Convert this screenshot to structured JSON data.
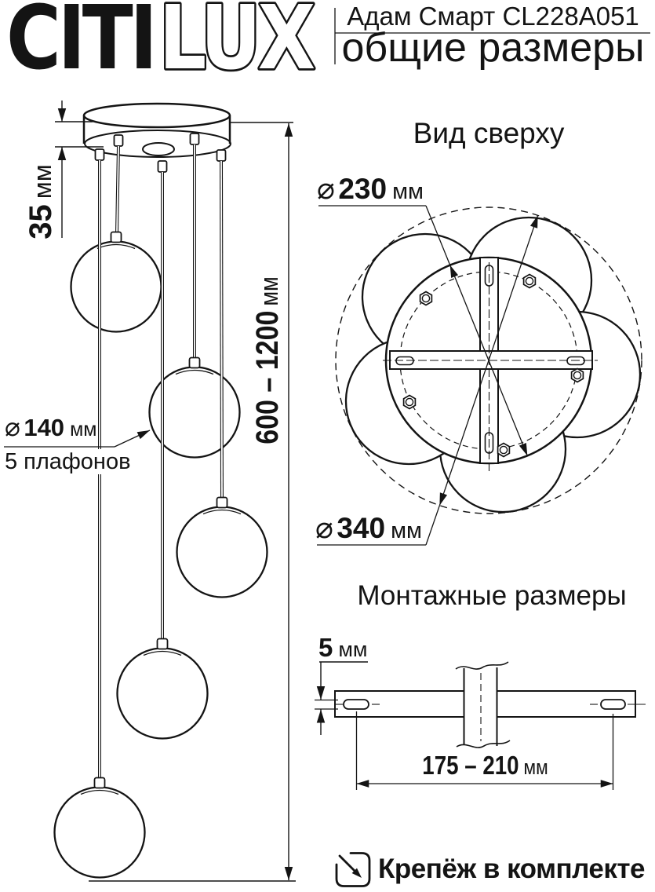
{
  "header": {
    "logo_citi": "CITI",
    "logo_lux": "LUX",
    "model": "Адам Смарт CL228A051",
    "subtitle": "общие размеры"
  },
  "side_view": {
    "dim_canopy_height": {
      "value": "35",
      "unit": "мм"
    },
    "dim_total_height": {
      "value": "600 – 1200",
      "unit": "мм"
    },
    "dim_shade": {
      "symbol": "⌀",
      "value": "140",
      "unit": "мм"
    },
    "shade_count_caption": "5 плафонов"
  },
  "top_view": {
    "title": "Вид сверху",
    "dim_canopy": {
      "symbol": "⌀",
      "value": "230",
      "unit": "мм"
    },
    "dim_overall": {
      "symbol": "⌀",
      "value": "340",
      "unit": "мм"
    }
  },
  "mounting_view": {
    "title": "Монтажные размеры",
    "dim_slot": {
      "value": "5",
      "unit": "мм"
    },
    "dim_span": {
      "value": "175 – 210",
      "unit": "мм"
    }
  },
  "footer": {
    "note": "Крепёж в комплекте",
    "icon": "hardware-included-icon"
  },
  "colors": {
    "ink": "#141414",
    "background": "#ffffff"
  }
}
